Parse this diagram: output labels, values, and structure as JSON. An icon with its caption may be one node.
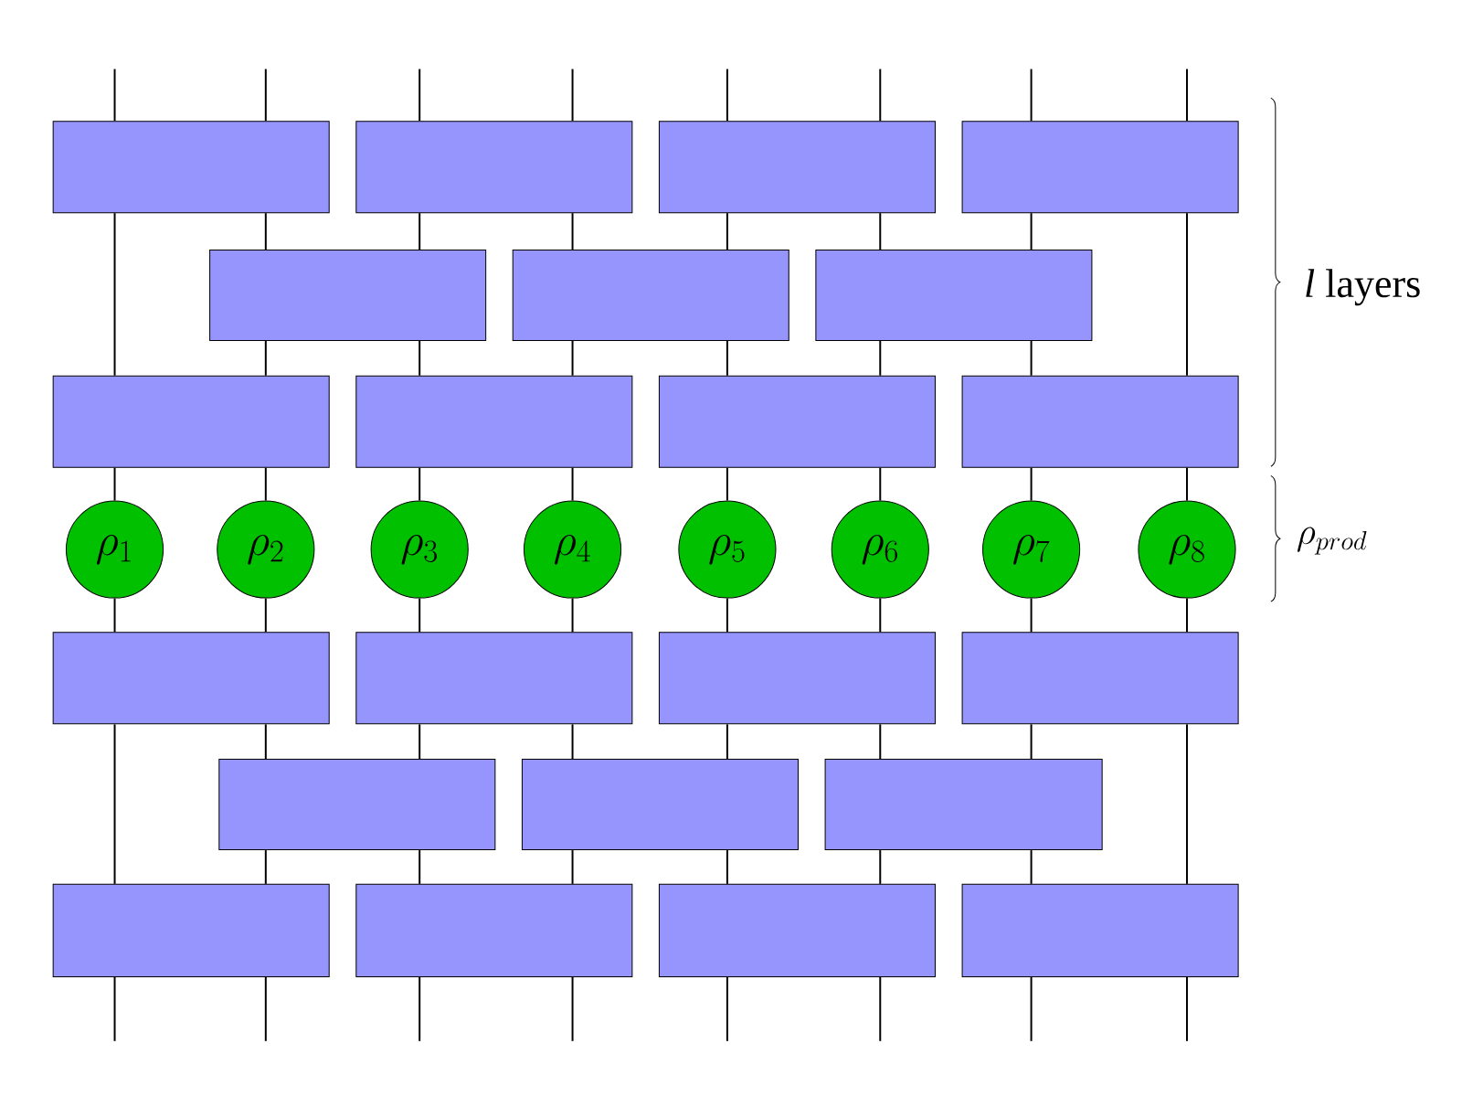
{
  "diagram": {
    "nodes": [
      {
        "text": [],
        "shape": "box"
      },
      {
        "text": [],
        "shape": "box"
      },
      {
        "text": [],
        "shape": "box"
      },
      {
        "text": [],
        "shape": "box"
      },
      {
        "text": [],
        "shape": "box"
      },
      {
        "text": [],
        "shape": "box"
      },
      {
        "text": [],
        "shape": "box"
      },
      {
        "text": [],
        "shape": "box"
      },
      {
        "text": [],
        "shape": "box"
      },
      {
        "text": [],
        "shape": "box"
      },
      {
        "text": [],
        "shape": "box"
      },
      {
        "text": [
          "\\rho_1"
        ]
      },
      {
        "text": [
          "\\rho_2"
        ]
      },
      {
        "text": [
          "\\rho_3"
        ]
      },
      {
        "text": [
          "\\rho_4"
        ]
      },
      {
        "text": [
          "\\rho_5"
        ]
      },
      {
        "text": [
          "\\rho_6"
        ]
      },
      {
        "text": [
          "\\rho_7"
        ]
      },
      {
        "text": [
          "\\rho_8"
        ]
      },
      {
        "text": [],
        "shape": "box"
      },
      {
        "text": [],
        "shape": "box"
      },
      {
        "text": [],
        "shape": "box"
      },
      {
        "text": [],
        "shape": "box"
      },
      {
        "text": [],
        "shape": "box"
      },
      {
        "text": [],
        "shape": "box"
      },
      {
        "text": [],
        "shape": "box"
      },
      {
        "text": [],
        "shape": "box"
      },
      {
        "text": [],
        "shape": "box"
      },
      {
        "text": [],
        "shape": "box"
      },
      {
        "text": [],
        "shape": "box"
      }
    ],
    "edges": [
      {
        "from": null,
        "to": 0,
        "arrow": "none"
      },
      {
        "from": 0,
        "to": 7,
        "arrow": "none"
      },
      {
        "from": 7,
        "to": 11,
        "arrow": "none"
      },
      {
        "from": 11,
        "to": 19,
        "arrow": "none"
      },
      {
        "from": 19,
        "to": 26,
        "arrow": "none"
      },
      {
        "from": 26,
        "to": null,
        "arrow": "none"
      },
      {
        "from": null,
        "to": 0,
        "arrow": "none"
      },
      {
        "from": 0,
        "to": 4,
        "arrow": "none"
      },
      {
        "from": 4,
        "to": 7,
        "arrow": "none"
      },
      {
        "from": 7,
        "to": 12,
        "arrow": "none"
      },
      {
        "from": 12,
        "to": 19,
        "arrow": "none"
      },
      {
        "from": 19,
        "to": 23,
        "arrow": "none"
      },
      {
        "from": 23,
        "to": 26,
        "arrow": "none"
      },
      {
        "from": 26,
        "to": null,
        "arrow": "none"
      },
      {
        "from": null,
        "to": 1,
        "arrow": "none"
      },
      {
        "from": 1,
        "to": 4,
        "arrow": "none"
      },
      {
        "from": 4,
        "to": 8,
        "arrow": "none"
      },
      {
        "from": 8,
        "to": 13,
        "arrow": "none"
      },
      {
        "from": 13,
        "to": 20,
        "arrow": "none"
      },
      {
        "from": 20,
        "to": 23,
        "arrow": "none"
      },
      {
        "from": 23,
        "to": 27,
        "arrow": "none"
      },
      {
        "from": 27,
        "to": null,
        "arrow": "none"
      },
      {
        "from": null,
        "to": 1,
        "arrow": "none"
      },
      {
        "from": 1,
        "to": 5,
        "arrow": "none"
      },
      {
        "from": 5,
        "to": 8,
        "arrow": "none"
      },
      {
        "from": 8,
        "to": 14,
        "arrow": "none"
      },
      {
        "from": 14,
        "to": 20,
        "arrow": "none"
      },
      {
        "from": 20,
        "to": 24,
        "arrow": "none"
      },
      {
        "from": 24,
        "to": 27,
        "arrow": "none"
      },
      {
        "from": 27,
        "to": null,
        "arrow": "none"
      },
      {
        "from": null,
        "to": 2,
        "arrow": "none"
      },
      {
        "from": 2,
        "to": 5,
        "arrow": "none"
      },
      {
        "from": 5,
        "to": 9,
        "arrow": "none"
      },
      {
        "from": 9,
        "to": 15,
        "arrow": "none"
      },
      {
        "from": 15,
        "to": 21,
        "arrow": "none"
      },
      {
        "from": 21,
        "to": 24,
        "arrow": "none"
      },
      {
        "from": 24,
        "to": 28,
        "arrow": "none"
      },
      {
        "from": 28,
        "to": null,
        "arrow": "none"
      },
      {
        "from": null,
        "to": 2,
        "arrow": "none"
      },
      {
        "from": 2,
        "to": 6,
        "arrow": "none"
      },
      {
        "from": 6,
        "to": 9,
        "arrow": "none"
      },
      {
        "from": 9,
        "to": 16,
        "arrow": "none"
      },
      {
        "from": 16,
        "to": 21,
        "arrow": "none"
      },
      {
        "from": 21,
        "to": 25,
        "arrow": "none"
      },
      {
        "from": 25,
        "to": 28,
        "arrow": "none"
      },
      {
        "from": 28,
        "to": null,
        "arrow": "none"
      },
      {
        "from": null,
        "to": 3,
        "arrow": "none"
      },
      {
        "from": 3,
        "to": 6,
        "arrow": "none"
      },
      {
        "from": 6,
        "to": 10,
        "arrow": "none"
      },
      {
        "from": 10,
        "to": 17,
        "arrow": "none"
      },
      {
        "from": 17,
        "to": 22,
        "arrow": "none"
      },
      {
        "from": 22,
        "to": 25,
        "arrow": "none"
      },
      {
        "from": 25,
        "to": 29,
        "arrow": "none"
      },
      {
        "from": 29,
        "to": null,
        "arrow": "none"
      },
      {
        "from": null,
        "to": 3,
        "arrow": "none"
      },
      {
        "from": 3,
        "to": 10,
        "arrow": "none"
      },
      {
        "from": 10,
        "to": 18,
        "arrow": "none"
      },
      {
        "from": 18,
        "to": 22,
        "arrow": "none"
      },
      {
        "from": 22,
        "to": 29,
        "arrow": "none"
      },
      {
        "from": 29,
        "to": null,
        "arrow": "none"
      }
    ],
    "labels": [
      "*l* layers",
      "\\rho_{prod}"
    ]
  }
}
